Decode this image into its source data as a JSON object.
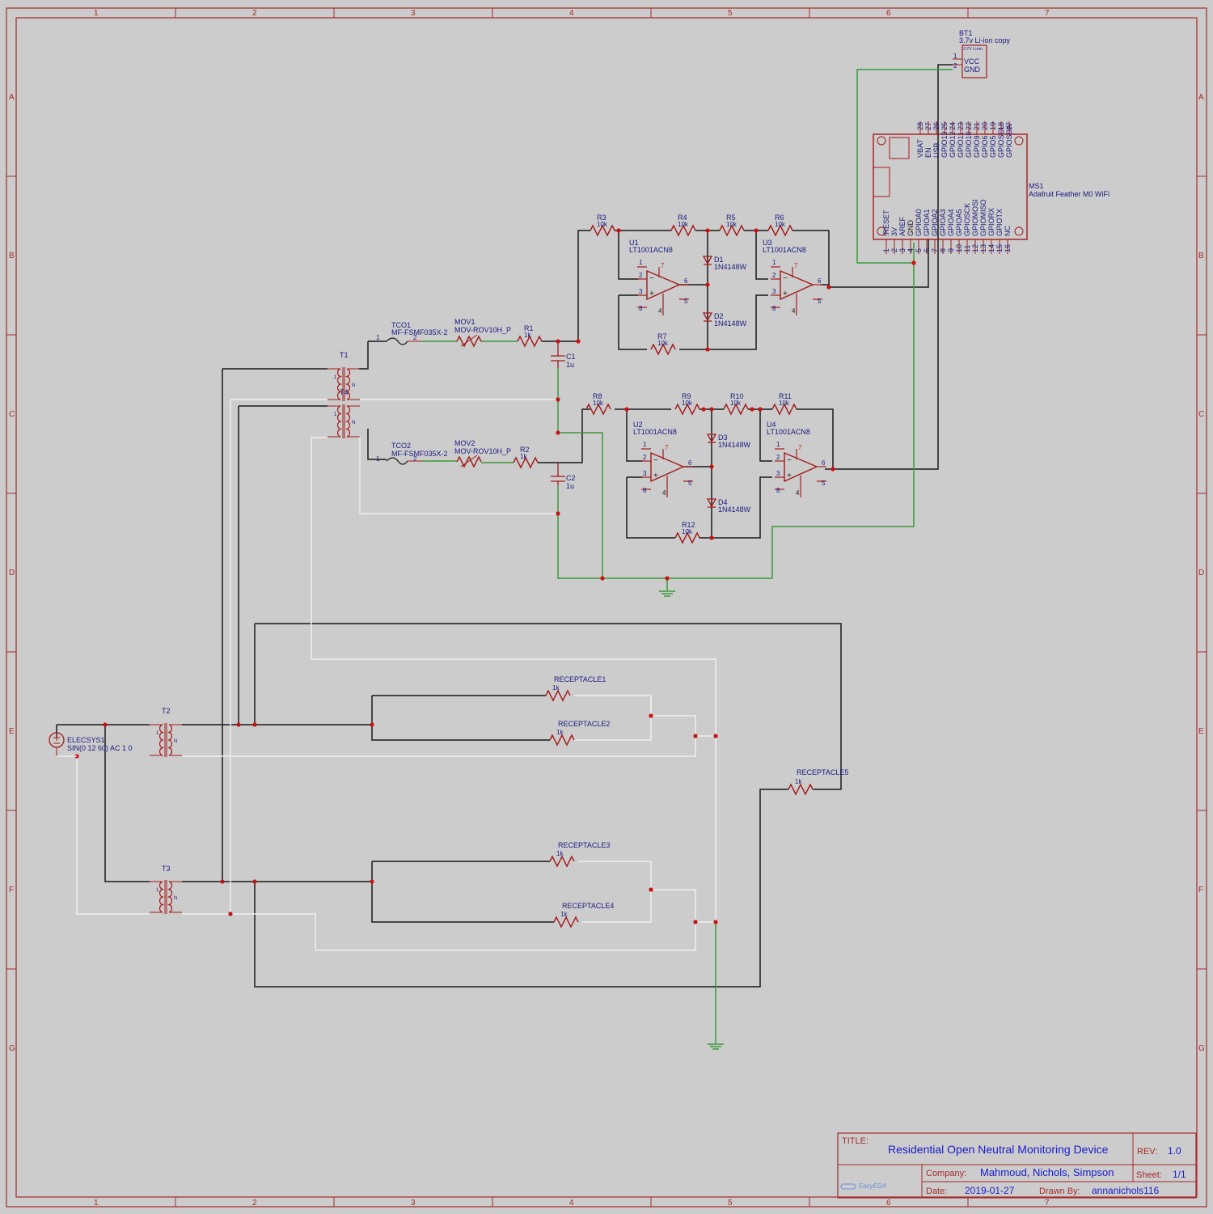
{
  "frame": {
    "columns": [
      "1",
      "2",
      "3",
      "4",
      "5",
      "6",
      "7"
    ],
    "rows": [
      "A",
      "B",
      "C",
      "D",
      "E",
      "F",
      "G"
    ]
  },
  "title_block": {
    "title_label": "TITLE:",
    "title": "Residential Open Neutral Monitoring Device",
    "rev_label": "REV:",
    "rev": "1.0",
    "company_label": "Company:",
    "company": "Mahmoud, Nichols, Simpson",
    "sheet_label": "Sheet:",
    "sheet": "1/1",
    "date_label": "Date:",
    "date": "2019-01-27",
    "drawn_label": "Drawn By:",
    "drawn_by": "annanichols116",
    "logo": "EasyEDA"
  },
  "components": {
    "bt1": {
      "ref": "BT1",
      "value": "3.7v Li-ion copy",
      "body": "3.7V Li-ion",
      "pin1": "1",
      "pin2": "2",
      "vcc": "VCC",
      "gnd": "GND"
    },
    "ms1": {
      "ref": "MS1",
      "value": "Adafruit Feather M0 WiFi",
      "top_pins": [
        {
          "num": "28",
          "name": "VBAT"
        },
        {
          "num": "27",
          "name": "EN"
        },
        {
          "num": "26",
          "name": "USB"
        },
        {
          "num": "25",
          "name": "GPIO13"
        },
        {
          "num": "24",
          "name": "GPIO12"
        },
        {
          "num": "23",
          "name": "GPIO11"
        },
        {
          "num": "22",
          "name": "GPIO10"
        },
        {
          "num": "21",
          "name": "GPIO9"
        },
        {
          "num": "20",
          "name": "GPIO6"
        },
        {
          "num": "19",
          "name": "GPIO5"
        },
        {
          "num": "18",
          "name": "GPIOSCL"
        },
        {
          "num": "17",
          "name": "GPIOSDA"
        }
      ],
      "bottom_pins": [
        {
          "num": "1",
          "name": "!RESET"
        },
        {
          "num": "2",
          "name": "3V"
        },
        {
          "num": "3",
          "name": "AREF"
        },
        {
          "num": "4",
          "name": "GND"
        },
        {
          "num": "5",
          "name": "GPIOA0"
        },
        {
          "num": "6",
          "name": "GPIOA1"
        },
        {
          "num": "7",
          "name": "GPIOA2"
        },
        {
          "num": "8",
          "name": "GPIOA3"
        },
        {
          "num": "9",
          "name": "GPIOA4"
        },
        {
          "num": "10",
          "name": "GPIOA5"
        },
        {
          "num": "11",
          "name": "GPIOSCK"
        },
        {
          "num": "12",
          "name": "GPIOMOSI"
        },
        {
          "num": "13",
          "name": "GPIOMISO"
        },
        {
          "num": "14",
          "name": "GPIORX"
        },
        {
          "num": "15",
          "name": "GPIOTX"
        },
        {
          "num": "16",
          "name": "NC"
        }
      ]
    },
    "r1": {
      "ref": "R1",
      "value": "1k"
    },
    "r2": {
      "ref": "R2",
      "value": "1k"
    },
    "r3": {
      "ref": "R3",
      "value": "10k"
    },
    "r4": {
      "ref": "R4",
      "value": "10k"
    },
    "r5": {
      "ref": "R5",
      "value": "10k"
    },
    "r6": {
      "ref": "R6",
      "value": "10k"
    },
    "r7": {
      "ref": "R7",
      "value": "10k"
    },
    "r8": {
      "ref": "R8",
      "value": "10k"
    },
    "r9": {
      "ref": "R9",
      "value": "10k"
    },
    "r10": {
      "ref": "R10",
      "value": "10k"
    },
    "r11": {
      "ref": "R11",
      "value": "10k"
    },
    "r12": {
      "ref": "R12",
      "value": "10k"
    },
    "u1": {
      "ref": "U1",
      "value": "LT1001ACN8"
    },
    "u2": {
      "ref": "U2",
      "value": "LT1001ACN8"
    },
    "u3": {
      "ref": "U3",
      "value": "LT1001ACN8"
    },
    "u4": {
      "ref": "U4",
      "value": "LT1001ACN8"
    },
    "opamp_pins": {
      "p1": "1",
      "p2": "2",
      "p3": "3",
      "p4": "4",
      "p5": "5",
      "p6": "6",
      "p7": "7",
      "p8": "8",
      "minus": "−",
      "plus": "+"
    },
    "d1": {
      "ref": "D1",
      "value": "1N4148W"
    },
    "d2": {
      "ref": "D2",
      "value": "1N4148W"
    },
    "d3": {
      "ref": "D3",
      "value": "1N4148W"
    },
    "d4": {
      "ref": "D4",
      "value": "1N4148W"
    },
    "c1": {
      "ref": "C1",
      "value": "1u"
    },
    "c2": {
      "ref": "C2",
      "value": "1u"
    },
    "tco1": {
      "ref": "TCO1",
      "value": "MF-FSMF035X-2",
      "pin1": "1",
      "pin2": "2"
    },
    "tco2": {
      "ref": "TCO2",
      "value": "MF-FSMF035X-2",
      "pin1": "1",
      "pin2": "2"
    },
    "mov1": {
      "ref": "MOV1",
      "value": "MOV-ROV10H_P"
    },
    "mov2": {
      "ref": "MOV2",
      "value": "MOV-ROV10H_P"
    },
    "t1": {
      "ref": "T1"
    },
    "t2": {
      "ref": "T2"
    },
    "t3": {
      "ref": "T3"
    },
    "t4": {
      "ref": "T4"
    },
    "xfmr_pins": {
      "left": "1",
      "right": "N"
    },
    "elecsys1": {
      "ref": "ELECSYS1",
      "value": "SIN(0 12 60) AC 1 0"
    },
    "receptacle1": {
      "ref": "RECEPTACLE1",
      "value": "1k"
    },
    "receptacle2": {
      "ref": "RECEPTACLE2",
      "value": "1k"
    },
    "receptacle3": {
      "ref": "RECEPTACLE3",
      "value": "1k"
    },
    "receptacle4": {
      "ref": "RECEPTACLE4",
      "value": "1k"
    },
    "receptacle5": {
      "ref": "RECEPTACLE5",
      "value": "1k"
    }
  }
}
